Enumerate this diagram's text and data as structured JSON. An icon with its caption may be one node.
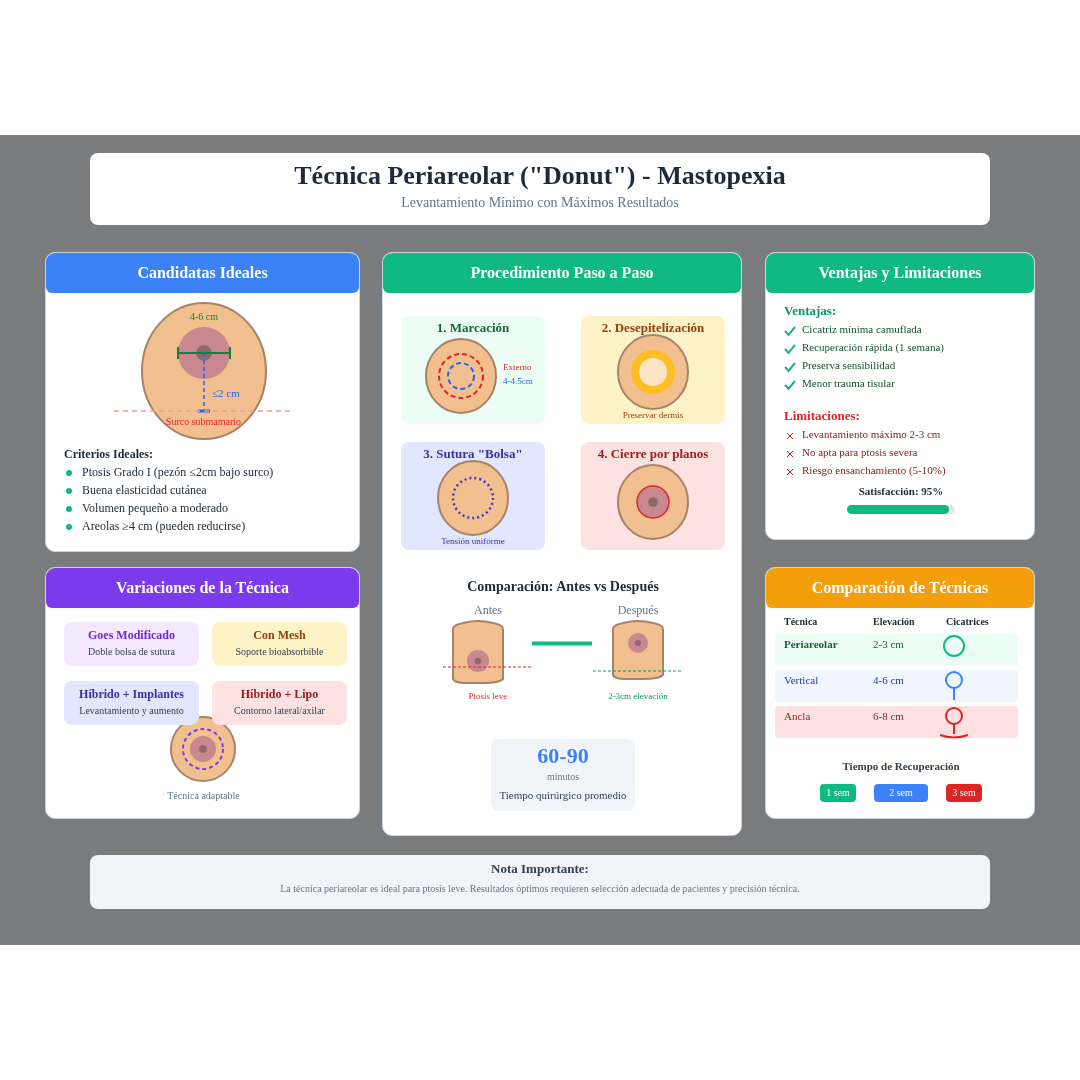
{
  "diagram": {
    "nodes": [
      {
        "text": [
          "Técnica Periareolar (\"Donut\") - Mastopexia",
          "Levantamiento Mínimo con Máximos Resultados"
        ]
      },
      {
        "text": [
          "Candidatas Ideales",
          "Criterios Ideales:",
          "Ptosis Grado I (pezón ≤2cm bajo surco)",
          "Buena elasticidad cutánea",
          "Volumen pequeño a moderado",
          "Areolas ≥4 cm (pueden reducirse)"
        ]
      },
      {
        "text": [
          "Procedimiento Paso a Paso"
        ]
      },
      {
        "text": [
          "1. Marcación",
          "Externo",
          "4-4.5cm"
        ],
        "in": 2
      },
      {
        "text": [
          "2. Desepitelización",
          "Preservar dermis"
        ],
        "in": 2
      },
      {
        "text": [
          "3. Sutura \"Bolsa\"",
          "Tensión uniforme"
        ],
        "in": 2
      },
      {
        "text": [
          "4. Cierre por planos"
        ],
        "in": 2
      },
      {
        "text": [
          "Antes",
          "Ptosis leve"
        ],
        "in": 2
      },
      {
        "text": [
          "Después",
          "2-3cm elevación"
        ],
        "in": 2
      },
      {
        "text": [
          "60-90",
          "minutos",
          "Tiempo quirúrgico promedio"
        ],
        "in": 2
      },
      {
        "text": [
          "Ventajas y Limitaciones",
          "Ventajas:",
          "Cicatriz mínima camuflada",
          "Recuperación rápida (1 semana)",
          "Preserva sensibilidad",
          "Menor trauma tisular",
          "Limitaciones:",
          "Levantamiento máximo 2-3 cm",
          "No apta para ptosis severa",
          "Riesgo ensanchamiento (5-10%)",
          "Satisfacción: 95%"
        ]
      },
      {
        "text": [
          "Variaciones de la Técnica"
        ]
      },
      {
        "text": [
          "Goes Modificado",
          "Doble bolsa de sutura"
        ],
        "in": 11
      },
      {
        "text": [
          "Con Mesh",
          "Soporte bioabsorbible"
        ],
        "in": 11
      },
      {
        "text": [
          "Híbrido + Implantes",
          "Levantamiento y aumento"
        ],
        "in": 11
      },
      {
        "text": [
          "Híbrido + Lipo",
          "Contorno lateral/axilar"
        ],
        "in": 11
      },
      {
        "text": [
          "Comparación de Técnicas"
        ]
      },
      {
        "text": [
          "Nota Importante:",
          "La técnica periareolar es ideal para ptosis leve. Resultados óptimos requieren selección adecuada de pacientes y precisión técnica."
        ]
      }
    ],
    "edges": [
      {
        "from": 7,
        "to": 8,
        "arrow": "none"
      }
    ],
    "labels": [
      "4-6 cm",
      "≤2 cm",
      "Surco submamario",
      "Comparación: Antes vs Después",
      "Técnica adaptable",
      "Técnica",
      "Elevación",
      "Cicatrices",
      "Periareolar",
      "2-3 cm",
      "Vertical",
      "4-6 cm",
      "Ancla",
      "6-8 cm",
      "Tiempo de Recuperación",
      "1 sem",
      "2 sem",
      "3 sem"
    ]
  }
}
